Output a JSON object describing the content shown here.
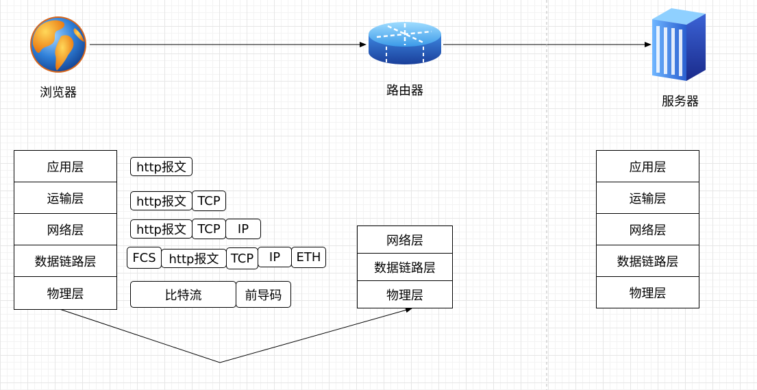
{
  "devices": {
    "browser": {
      "label": "浏览器",
      "icon": "globe-icon"
    },
    "router": {
      "label": "路由器",
      "icon": "router-icon"
    },
    "server": {
      "label": "服务器",
      "icon": "server-icon"
    }
  },
  "client_stack": [
    "应用层",
    "运输层",
    "网络层",
    "数据链路层",
    "物理层"
  ],
  "router_stack": [
    "网络层",
    "数据链路层",
    "物理层"
  ],
  "server_stack": [
    "应用层",
    "运输层",
    "网络层",
    "数据链路层",
    "物理层"
  ],
  "encapsulation": {
    "application": [
      "http报文"
    ],
    "transport": [
      "http报文",
      "TCP"
    ],
    "network": [
      "http报文",
      "TCP",
      "IP"
    ],
    "datalink": [
      "FCS",
      "http报文",
      "TCP",
      "IP",
      "ETH"
    ],
    "physical": [
      "比特流",
      "前导码"
    ]
  },
  "colors": {
    "grid_major": "#e6e6e6",
    "grid_minor": "#f3f3f3",
    "router_top": "#5ab4f0",
    "router_body": "#1f5fc8",
    "server_face": "#2a5fd0",
    "globe_ocean": "#2f7fd8",
    "globe_land": "#f5a623"
  }
}
